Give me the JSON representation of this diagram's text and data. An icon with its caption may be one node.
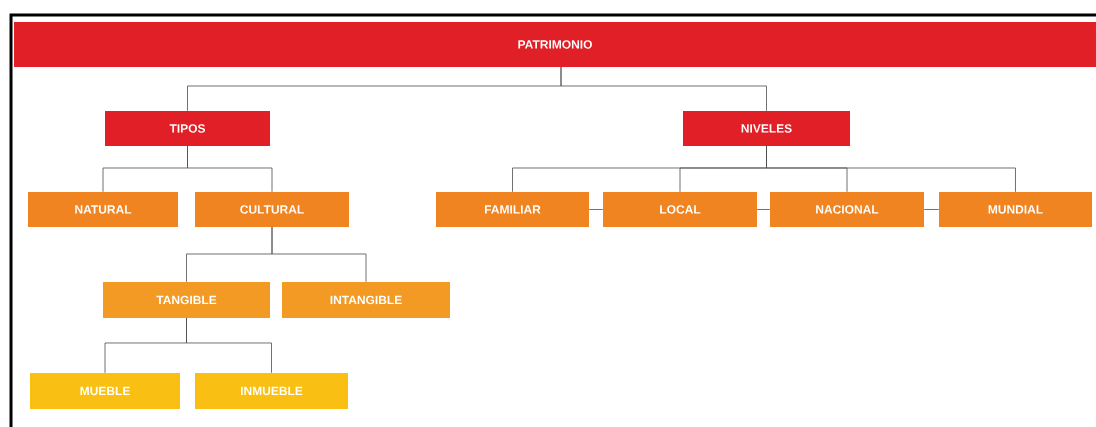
{
  "diagram": {
    "nodes": [
      {
        "text": [
          "PATRIMONIO"
        ]
      },
      {
        "text": [
          "TIPOS"
        ]
      },
      {
        "text": [
          "NIVELES"
        ]
      },
      {
        "text": [
          "NATURAL"
        ]
      },
      {
        "text": [
          "CULTURAL"
        ]
      },
      {
        "text": [
          "FAMILIAR"
        ]
      },
      {
        "text": [
          "LOCAL"
        ]
      },
      {
        "text": [
          "NACIONAL"
        ]
      },
      {
        "text": [
          "MUNDIAL"
        ]
      },
      {
        "text": [
          "TANGIBLE"
        ]
      },
      {
        "text": [
          "INTANGIBLE"
        ]
      },
      {
        "text": [
          "MUEBLE"
        ]
      },
      {
        "text": [
          "INMUEBLE"
        ]
      }
    ],
    "edges": [
      {
        "from": 0,
        "to": 1,
        "arrow": "none"
      },
      {
        "from": 0,
        "to": 2,
        "arrow": "none"
      },
      {
        "from": 1,
        "to": 3,
        "arrow": "none"
      },
      {
        "from": 1,
        "to": 4,
        "arrow": "none"
      },
      {
        "from": 2,
        "to": 5,
        "arrow": "none"
      },
      {
        "from": 2,
        "to": 6,
        "arrow": "none"
      },
      {
        "from": 2,
        "to": 7,
        "arrow": "none"
      },
      {
        "from": 2,
        "to": 8,
        "arrow": "none"
      },
      {
        "from": 5,
        "to": 6,
        "arrow": "none"
      },
      {
        "from": 6,
        "to": 7,
        "arrow": "none"
      },
      {
        "from": 7,
        "to": 8,
        "arrow": "none"
      },
      {
        "from": 4,
        "to": 9,
        "arrow": "none"
      },
      {
        "from": 4,
        "to": 10,
        "arrow": "none"
      },
      {
        "from": 9,
        "to": 11,
        "arrow": "none"
      },
      {
        "from": 9,
        "to": 12,
        "arrow": "none"
      }
    ]
  }
}
